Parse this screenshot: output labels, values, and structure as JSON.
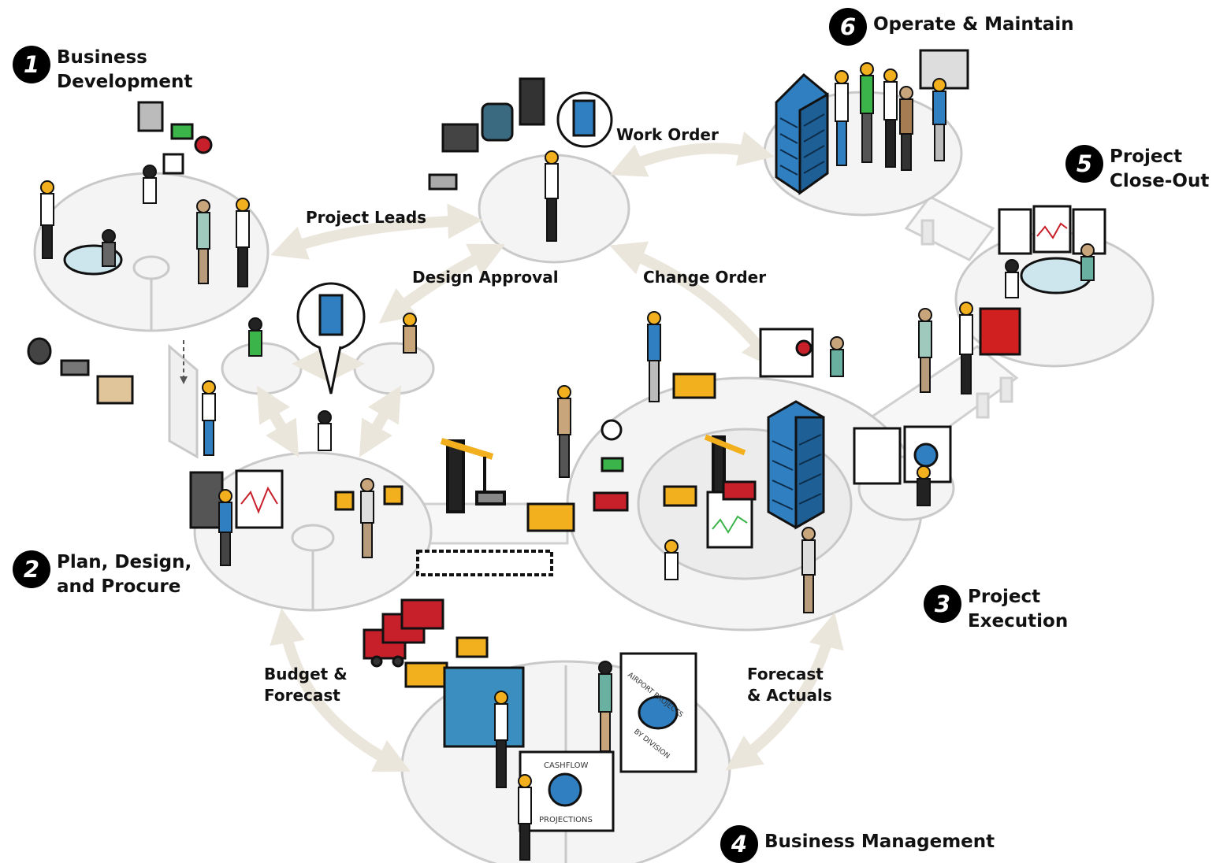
{
  "stages": [
    {
      "number": "1",
      "line1": "Business",
      "line2": "Development"
    },
    {
      "number": "2",
      "line1": "Plan, Design,",
      "line2": "and Procure"
    },
    {
      "number": "3",
      "line1": "Project",
      "line2": "Execution"
    },
    {
      "number": "4",
      "line1": "Business Management",
      "line2": ""
    },
    {
      "number": "5",
      "line1": "Project",
      "line2": "Close-Out"
    },
    {
      "number": "6",
      "line1": "Operate & Maintain",
      "line2": ""
    }
  ],
  "flows": {
    "project_leads": "Project Leads",
    "work_order": "Work Order",
    "design_approval": "Design Approval",
    "change_order": "Change Order",
    "budget_forecast_1": "Budget &",
    "budget_forecast_2": "Forecast",
    "forecast_actuals_1": "Forecast",
    "forecast_actuals_2": "& Actuals"
  },
  "screen_text": {
    "cashflow": "CASHFLOW",
    "projections": "PROJECTIONS",
    "airport_projects": "AIRPORT PROJECTS",
    "by_division": "BY DIVISION"
  },
  "colors": {
    "badge": "#000000",
    "platform_fill": "#f4f4f4",
    "platform_stroke": "#c9c9c9",
    "arrow": "#ebe6dc",
    "building_blue": "#2f7fc1",
    "hard_hat": "#f2b01e",
    "money_green": "#3bb54a",
    "truck_red": "#c8202a"
  }
}
